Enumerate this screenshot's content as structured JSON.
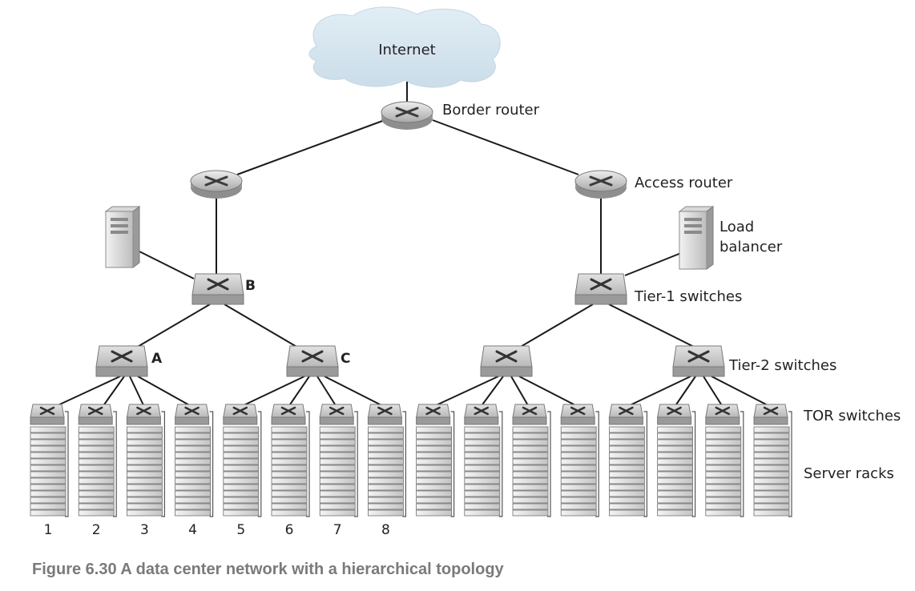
{
  "cloud_label": "Internet",
  "labels": {
    "border_router": "Border router",
    "access_router": "Access router",
    "load_balancer_line1": "Load",
    "load_balancer_line2": "balancer",
    "tier1": "Tier-1 switches",
    "tier2": "Tier-2 switches",
    "tor": "TOR switches",
    "racks": "Server racks"
  },
  "node_letters": {
    "a": "A",
    "b": "B",
    "c": "C"
  },
  "rack_numbers": [
    "1",
    "2",
    "3",
    "4",
    "5",
    "6",
    "7",
    "8"
  ],
  "caption": "Figure 6.30 A data center network with a hierarchical topology"
}
